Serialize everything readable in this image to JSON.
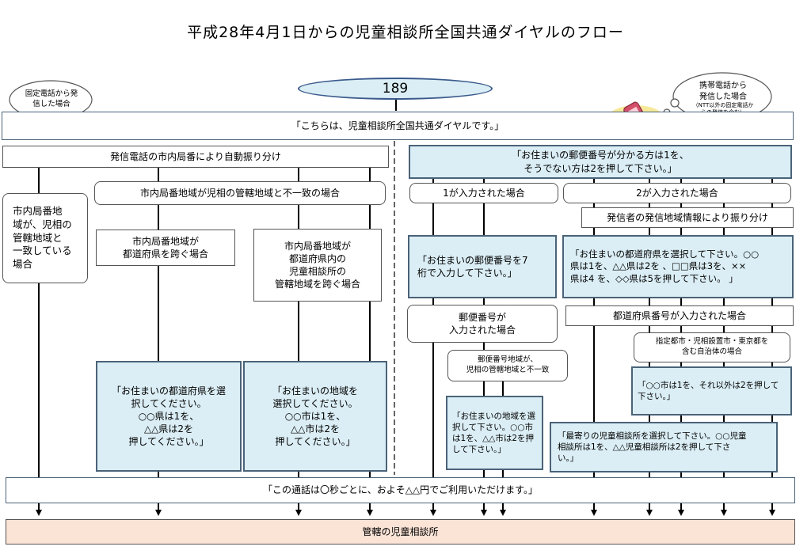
{
  "title": "平成28年4月1日からの児童相談所全国共通ダイヤルのフロー",
  "dial_number": "189",
  "callout_landline": "固定電話から発\n信した場合",
  "callout_mobile_main": "携帯電話から\n発信した場合",
  "callout_mobile_note": "（NTT以外の固定電話か\nらの発信を含む）",
  "greeting": "「こちらは、児童相談所全国共通ダイヤルです。」",
  "left": {
    "auto_route": "発信電話の市内局番により自動振り分け",
    "matching": "市内局番地\n域が、児相の\n管轄地域と\n一致している\n場合",
    "mismatch": "市内局番地域が児相の管轄地域と不一致の場合",
    "cross_pref": "市内局番地域が\n都道府県を跨ぐ場合",
    "cross_area": "市内局番地域が\n都道府県内の\n児童相談所の\n管轄地域を跨ぐ場合",
    "prompt_pref": "「お住まいの都道府県を選\n択してください。\n○○県は1を、\n△△県は2を\n押してください。」",
    "prompt_area": "「お住まいの地域を\n選択してください。\n○○市は1を、\n△△市は2を\n押してください。」"
  },
  "right": {
    "postal_question": "「お住まいの郵便番号が分かる方は1を、\nそうでない方は2を押して下さい。」",
    "entered_1": "1が入力された場合",
    "entered_2": "2が入力された場合",
    "caller_route": "発信者の発信地域情報により振り分け",
    "postal_prompt": "「お住まいの郵便番号を7\n桁で入力して下さい。」",
    "pref_prompt": "「お住まいの都道府県を選択して下さい。○○\n県は1を、△△県は2を 、□□県は3を、××\n県は4 を、◇◇県は5を押して下さい。 」",
    "postal_entered": "郵便番号が\n入力された場合",
    "pref_entered": "都道府県番号が入力された場合",
    "postal_mismatch": "郵便番号地域が、\n児相の管轄地域と不一致",
    "designated_city": "指定都市・児相設置市・東京都を\n含む自治体の場合",
    "area_prompt": "「お住まいの地域を選\n択して下さい。○○市\nは1を、△△市は2を押\nして下さい。」",
    "city_prompt": "「○○市は1を、それ以外は2を押して\n下さい。」",
    "nearest_prompt": "「最寄りの児童相談所を選択して下さい。○○児童\n相談所は1を、△△児童相談所は2を押して下さ\nい。」"
  },
  "fee_notice": "「この通話は〇秒ごとに、およそ△△円でご利用いただけます。」",
  "destination": "管轄の児童相談所",
  "colors": {
    "prompt_fill": "#dbeef5",
    "prompt_border": "#4a6378",
    "destination_fill": "#fbe3d6",
    "oval_fill": "#dbeef5",
    "oval_border": "#3a5a8c"
  }
}
